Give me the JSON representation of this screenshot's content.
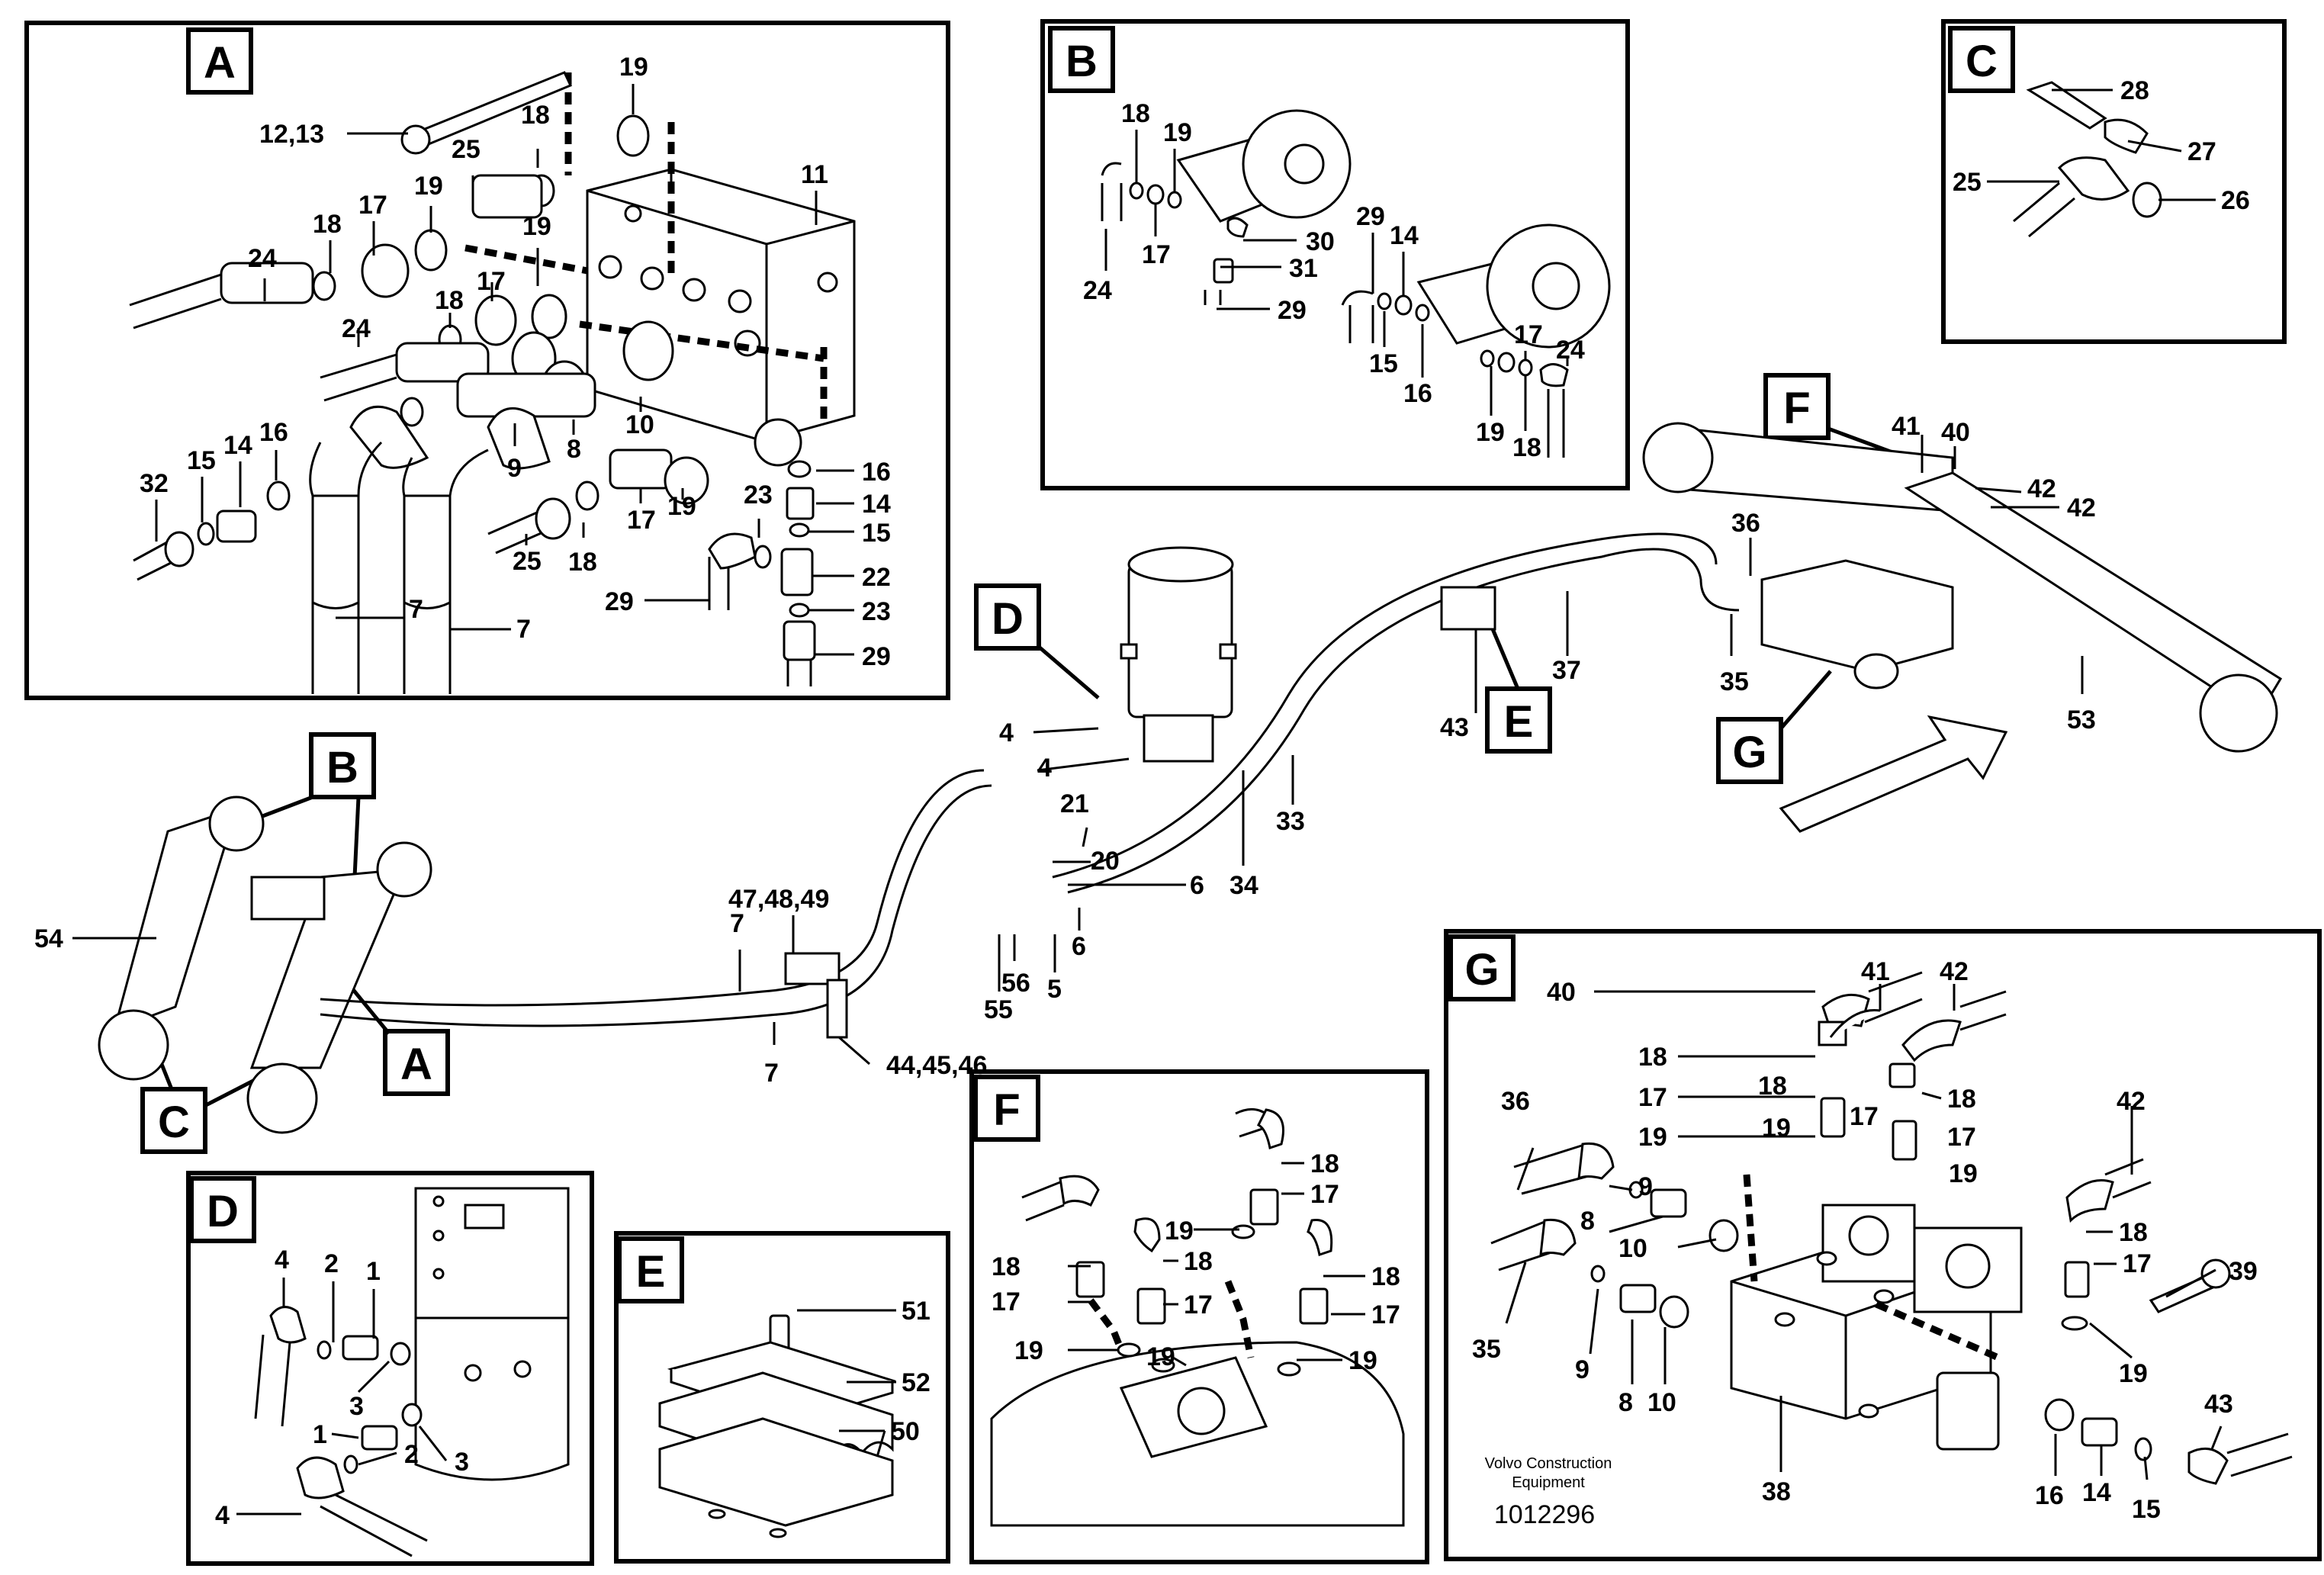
{
  "callouts": {
    "A": "A",
    "B": "B",
    "C": "C",
    "D": "D",
    "E": "E",
    "F": "F",
    "G": "G"
  },
  "watermark": {
    "line1": "Volvo Construction",
    "line2": "Equipment",
    "drawing_no": "1012296"
  },
  "panel_a": {
    "n12_13": "12,13",
    "n25": "25",
    "n18a": "18",
    "n19a": "19",
    "n11": "11",
    "n24a": "24",
    "n18b": "18",
    "n17a": "17",
    "n19b": "19",
    "n19c": "19",
    "n17b": "17",
    "n24b": "24",
    "n18c": "18",
    "n32": "32",
    "n15": "15",
    "n14": "14",
    "n16a": "16",
    "n9": "9",
    "n8": "8",
    "n10": "10",
    "n17c": "17",
    "n19d": "19",
    "n25b": "25",
    "n18d": "18",
    "n7a": "7",
    "n7b": "7",
    "n16b": "16",
    "n14b": "14",
    "n15b": "15",
    "n23a": "23",
    "n22": "22",
    "n23b": "23",
    "n29a": "29",
    "n29b": "29"
  },
  "panel_b": {
    "n18a": "18",
    "n19a": "19",
    "n17a": "17",
    "n24a": "24",
    "n30": "30",
    "n31": "31",
    "n29a": "29",
    "n29b": "29",
    "n14": "14",
    "n15": "15",
    "n16": "16",
    "n17b": "17",
    "n24b": "24",
    "n19b": "19",
    "n18b": "18"
  },
  "panel_c": {
    "n28": "28",
    "n27": "27",
    "n25": "25",
    "n26": "26"
  },
  "overview": {
    "n41": "41",
    "n40": "40",
    "n42a": "42",
    "n42b": "42",
    "n36": "36",
    "n35": "35",
    "n37": "37",
    "n43": "43",
    "n53": "53",
    "n4a": "4",
    "n4b": "4",
    "n21": "21",
    "n20": "20",
    "n6a": "6",
    "n6b": "6",
    "n34": "34",
    "n33": "33",
    "n47_49": "47,48,49",
    "n7a": "7",
    "n7b": "7",
    "n54": "54",
    "n56": "56",
    "n55": "55",
    "n5": "5",
    "n44_46": "44,45,46"
  },
  "panel_d": {
    "n4a": "4",
    "n2a": "2",
    "n1a": "1",
    "n3a": "3",
    "n1b": "1",
    "n2b": "2",
    "n3b": "3",
    "n4b": "4"
  },
  "panel_e": {
    "n51": "51",
    "n52": "52",
    "n50": "50"
  },
  "panel_f": {
    "n18a": "18",
    "n17a": "17",
    "n19a": "19",
    "n18b": "18",
    "n18c": "18",
    "n17b": "17",
    "n17c": "17",
    "n19b": "19",
    "n19c": "19",
    "n18d": "18",
    "n17d": "17",
    "n19d": "19"
  },
  "panel_g": {
    "n40": "40",
    "n41": "41",
    "n42a": "42",
    "n18a": "18",
    "n18b": "18",
    "n18c": "18",
    "n17a": "17",
    "n17b": "17",
    "n17c": "17",
    "n19a": "19",
    "n19b": "19",
    "n19c": "19",
    "n36": "36",
    "n9a": "9",
    "n8a": "8",
    "n10a": "10",
    "n42b": "42",
    "n18d": "18",
    "n17d": "17",
    "n39": "39",
    "n19d": "19",
    "n35": "35",
    "n9b": "9",
    "n8b": "8",
    "n10b": "10",
    "n38": "38",
    "n16": "16",
    "n14": "14",
    "n15": "15",
    "n43": "43"
  }
}
